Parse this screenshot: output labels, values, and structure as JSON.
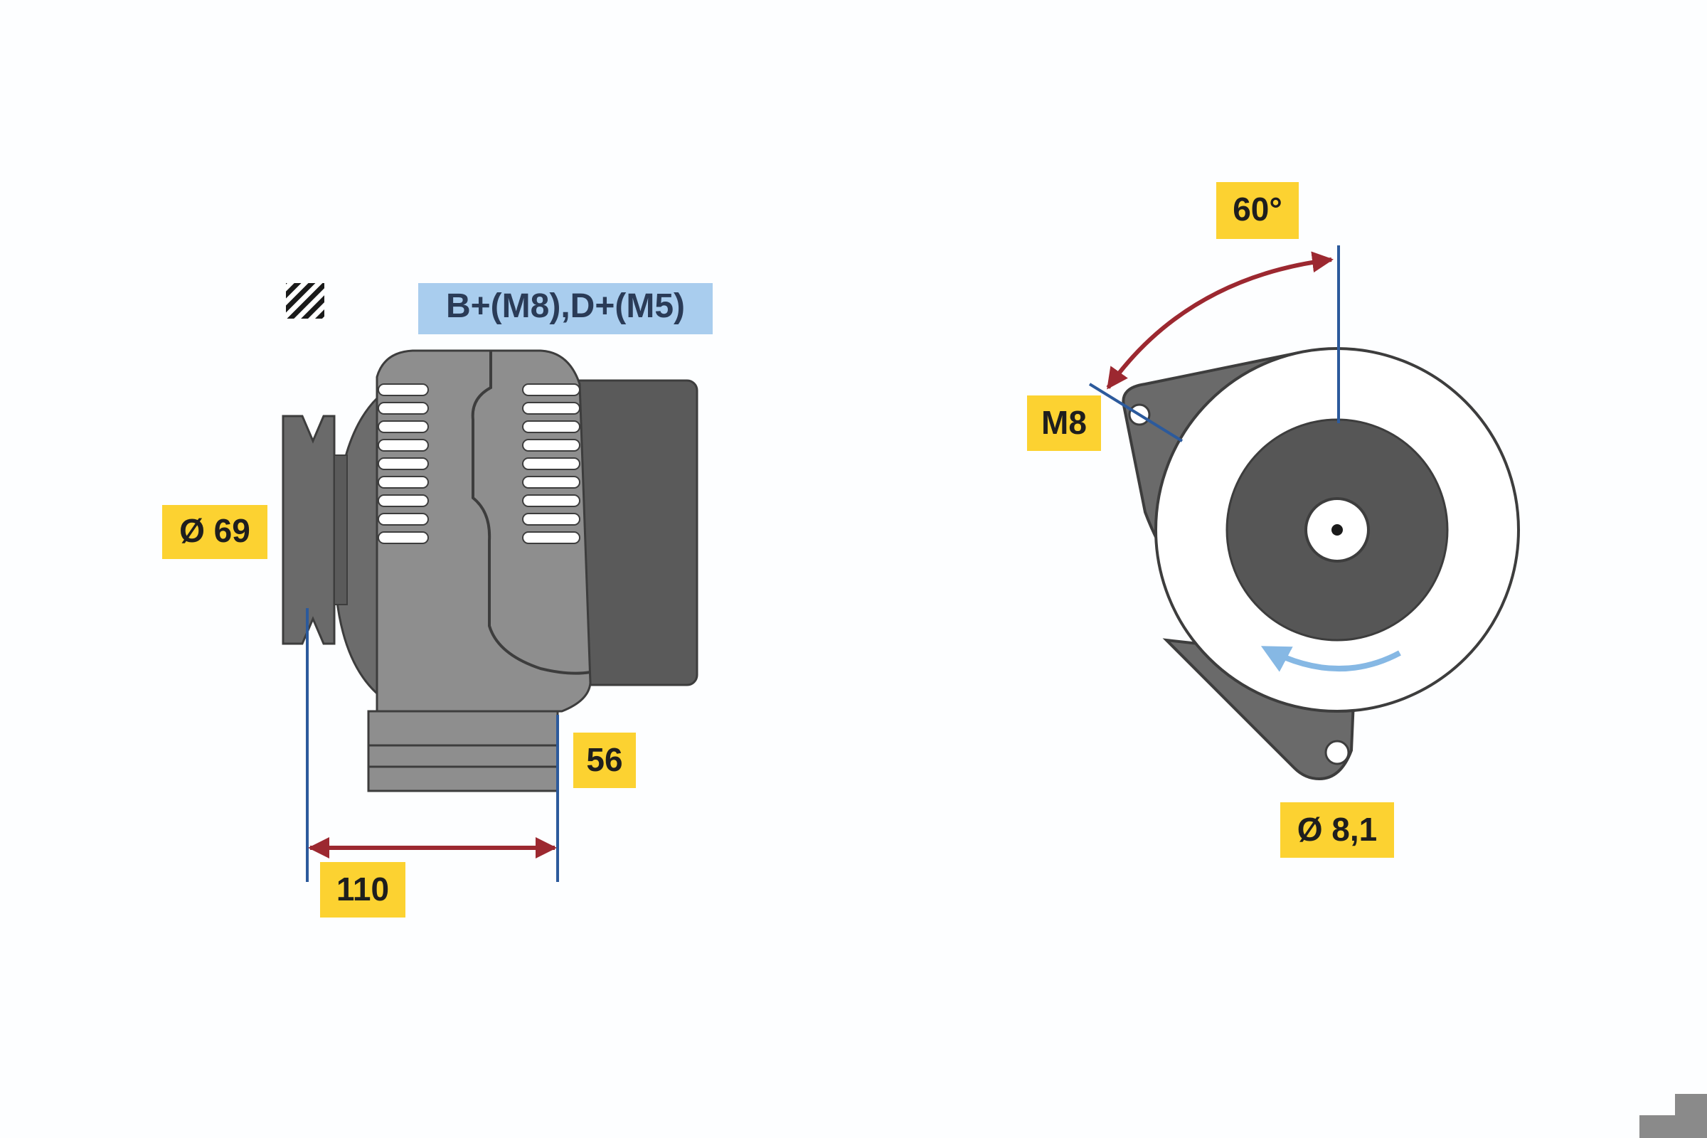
{
  "diagram": {
    "side_view": {
      "terminal_label": "B+(M8),D+(M5)",
      "pulley_diameter": "Ø 69",
      "length": "110",
      "mount_offset": "56",
      "hatch_icon": "hatched-square-icon"
    },
    "front_view": {
      "angle": "60°",
      "thread": "M8",
      "hole_diameter": "Ø 8,1",
      "rotation_icon": "counterclockwise-arrow-icon"
    },
    "colors": {
      "label_background": "#fcd231",
      "terminal_background": "#a9cdee",
      "dimension_line": "#2c5a9c",
      "dimension_arrow": "#9c2830",
      "body_gray": "#8e8e8e",
      "dark_gray": "#565656",
      "rotation_arrow": "#86b8e4"
    }
  }
}
